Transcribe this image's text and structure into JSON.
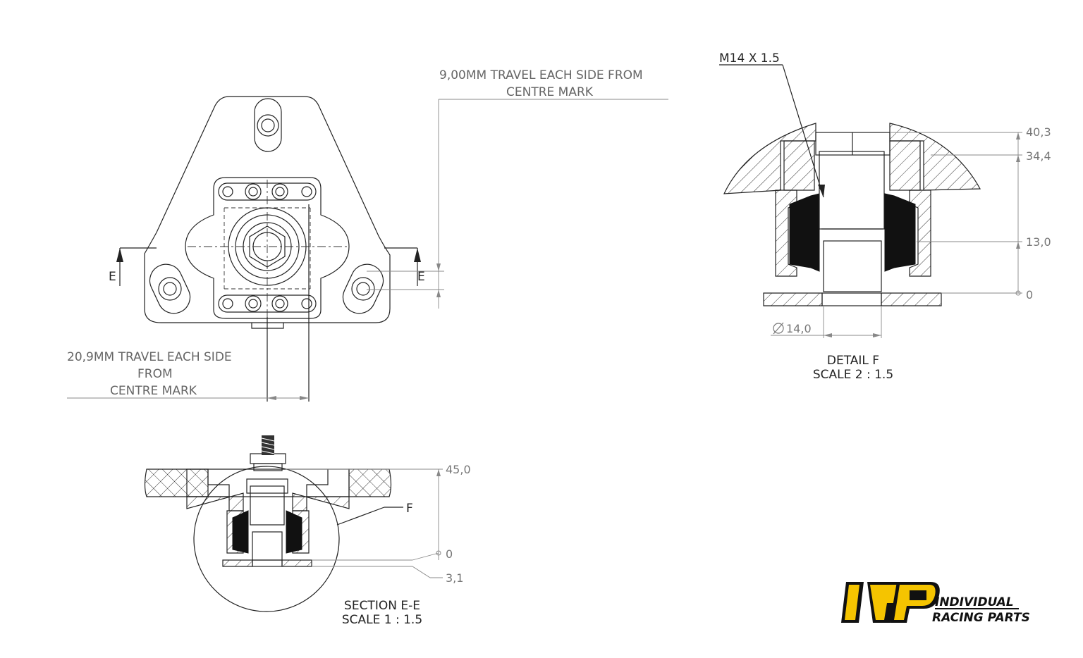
{
  "top_view": {
    "travel_vertical_note": [
      "9,00MM TRAVEL EACH SIDE FROM",
      "CENTRE MARK"
    ],
    "travel_horizontal_note": [
      "20,9MM TRAVEL EACH SIDE",
      "FROM",
      "CENTRE MARK"
    ],
    "section_label_left": "E",
    "section_label_right": "E"
  },
  "detail_view": {
    "thread_callout": "M14 X 1.5",
    "dimensions": [
      "40,3",
      "34,4",
      "13,0",
      "0"
    ],
    "diameter": "14,0",
    "title": "DETAIL F",
    "scale": "SCALE 2 : 1.5"
  },
  "section_view": {
    "dimensions": [
      "45,0",
      "0",
      "3,1"
    ],
    "detail_callout": "F",
    "title": "SECTION E-E",
    "scale": "SCALE 1 : 1.5"
  },
  "logo": {
    "mark": "IRP",
    "line1": "INDIVIDUAL",
    "line2": "RACING PARTS",
    "accent_color": "#f5c400"
  }
}
